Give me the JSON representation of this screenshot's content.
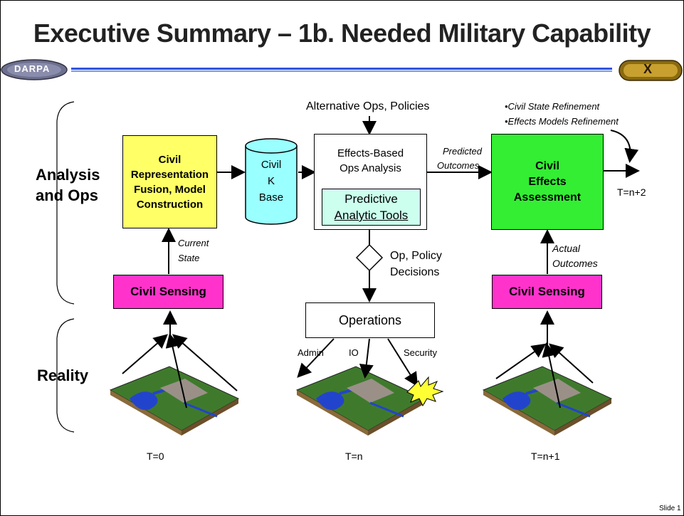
{
  "title": "Executive Summary – 1b. Needed Military Capability",
  "logos": {
    "left": "DARPA",
    "right": "X"
  },
  "row_labels": {
    "analysis_line1": "Analysis",
    "analysis_line2": "and Ops",
    "reality": "Reality"
  },
  "boxes": {
    "civil_rep_line1": "Civil",
    "civil_rep_line2": "Representation",
    "civil_rep_line3": "Fusion, Model",
    "civil_rep_line4": "Construction",
    "kbase_line1": "Civil",
    "kbase_line2": "K",
    "kbase_line3": "Base",
    "effects_line1": "Effects-Based",
    "effects_line2": "Ops Analysis",
    "predictive_line1": "Predictive",
    "predictive_line2": "Analytic Tools",
    "assessment_line1": "Civil",
    "assessment_line2": "Effects",
    "assessment_line3": "Assessment",
    "civil_sensing_left": "Civil Sensing",
    "civil_sensing_right": "Civil Sensing",
    "operations": "Operations"
  },
  "labels": {
    "alt_ops": "Alternative Ops, Policies",
    "refine1": "•Civil  State Refinement",
    "refine2": "•Effects Models Refinement",
    "predicted1": "Predicted",
    "predicted2": "Outcomes",
    "current1": "Current",
    "current2": "State",
    "op_policy1": "Op, Policy",
    "op_policy2": "Decisions",
    "actual1": "Actual",
    "actual2": "Outcomes",
    "admin": "Admin",
    "io": "IO",
    "security": "Security",
    "t_n2": "T=n+2",
    "t0": "T=0",
    "tn": "T=n",
    "tn1": "T=n+1",
    "slide": "Slide 1"
  },
  "colors": {
    "civil_rep": "#ffff66",
    "civil_sensing": "#ff33cc",
    "assessment": "#33ee33",
    "predictive": "#ccffee",
    "kbase": "#99ffff",
    "bar": "#3355dd"
  }
}
